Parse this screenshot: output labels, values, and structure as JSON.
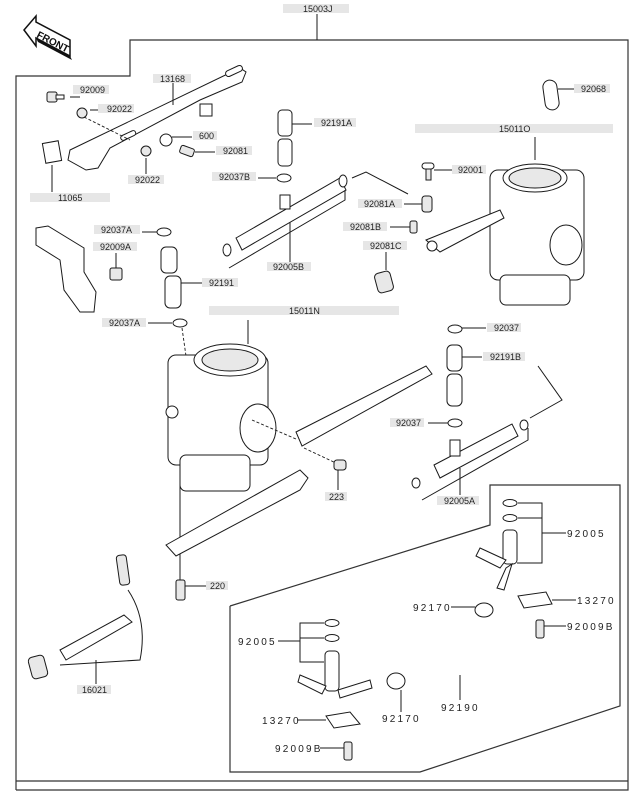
{
  "diagram": {
    "title": "Carburetor parts diagram",
    "front_indicator": "FRONT",
    "assembly_label": "15003J",
    "labels": {
      "l92009": "92009",
      "l92022a": "92022",
      "l13168": "13168",
      "l600": "600",
      "l92081": "92081",
      "l92022b": "92022",
      "l11065": "11065",
      "l92191A": "92191A",
      "l92037B": "92037B",
      "l92068": "92068",
      "l15011O": "15011O",
      "l92001": "92001",
      "l92081A": "92081A",
      "l92081B": "92081B",
      "l92081C": "92081C",
      "l92005B": "92005B",
      "l92037A_1": "92037A",
      "l92009A": "92009A",
      "l92191": "92191",
      "l92037A_2": "92037A",
      "l15011N": "15011N",
      "l92037_1": "92037",
      "l92191B": "92191B",
      "l92037_2": "92037",
      "l92005A": "92005A",
      "l223": "223",
      "l220": "220",
      "l16021": "16021",
      "l92005_r": "92005",
      "l92170_r": "92170",
      "l13270_r": "13270",
      "l92009B_r": "92009B",
      "l92005_l": "92005",
      "l92170_m": "92170",
      "l92190": "92190",
      "l13270_l": "13270",
      "l92009B_l": "92009B"
    }
  }
}
